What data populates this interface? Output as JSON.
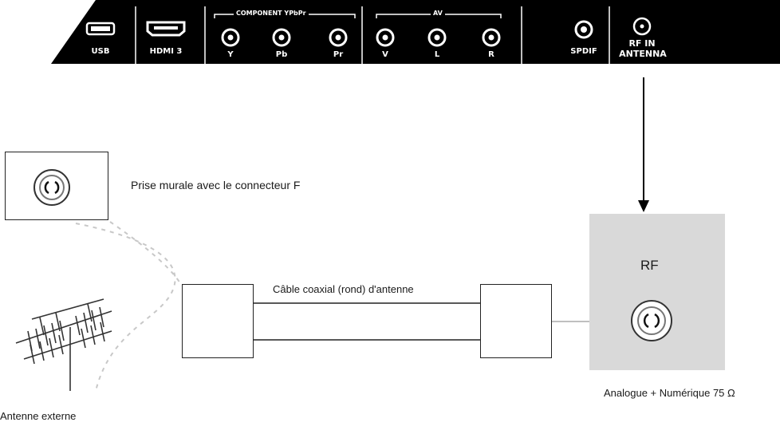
{
  "tv_panel": {
    "ports": {
      "usb": "USB",
      "hdmi": "HDMI 3",
      "component_title": "COMPONENT YPbPr",
      "y": "Y",
      "pb": "Pb",
      "pr": "Pr",
      "av_title": "AV",
      "v": "V",
      "l": "L",
      "r": "R",
      "spdif": "SPDIF",
      "rf_in": "RF IN",
      "antenna": "ANTENNA"
    }
  },
  "labels": {
    "wall_socket": "Prise murale avec le connecteur F",
    "cable": "Câble coaxial (rond) d'antenne",
    "rf": "RF",
    "spec": "Analogue + Numérique 75 Ω",
    "external_antenna": "Antenne externe"
  },
  "colors": {
    "panel": "#000000",
    "rf_box": "#d9d9d9",
    "dashed": "#c8c8c8"
  }
}
